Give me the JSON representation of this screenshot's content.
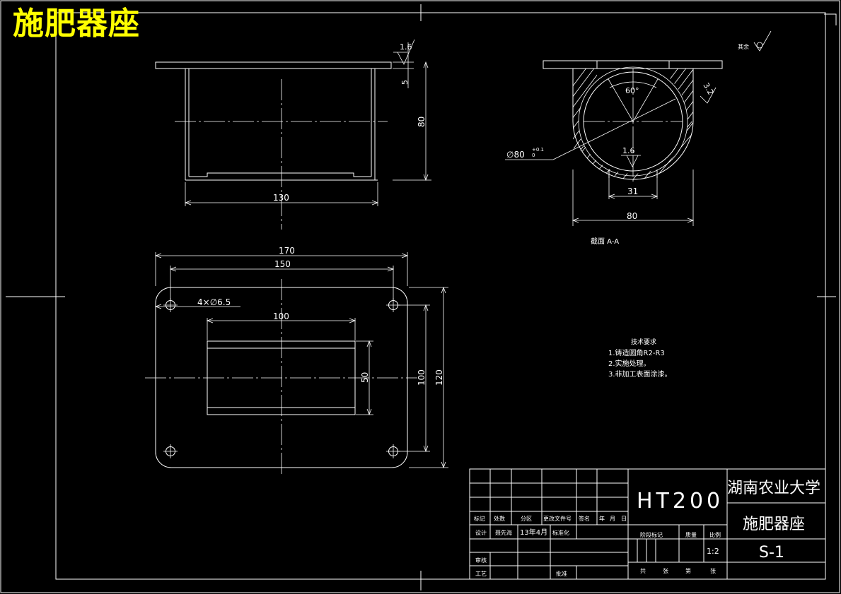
{
  "overlay_title": "施肥器座",
  "surface_note": {
    "label": "其余"
  },
  "front_view": {
    "roughness": "1.6",
    "dim_thickness": "5",
    "dim_height": "80",
    "dim_length": "130"
  },
  "section_view": {
    "angle": "60°",
    "roughness_side": "3.2",
    "bore": "∅80",
    "bore_tol_upper": "+0.1",
    "bore_tol_lower": "0",
    "roughness_bore": "1.6",
    "dim_slot": "31",
    "dim_width": "80",
    "label": "截面  A-A"
  },
  "top_view": {
    "dim_170": "170",
    "dim_150": "150",
    "holes": "4×∅6.5",
    "dim_100_h": "100",
    "dim_50": "50",
    "dim_100_v": "100",
    "dim_120": "120"
  },
  "tech_requirements": {
    "title": "技术要求",
    "items": [
      "1.铸造圆角R2-R3",
      "2.实施处理。",
      "3.非加工表面涂漆。"
    ]
  },
  "title_block": {
    "material": "HT200",
    "school": "湖南农业大学",
    "part_name": "施肥器座",
    "drawing_no": "S-1",
    "h_mark": "标记",
    "h_count": "处数",
    "h_zone": "分区",
    "h_doc": "更改文件号",
    "h_sign": "签名",
    "h_year": "年",
    "h_month": "月",
    "h_day": "日",
    "design_label": "设计",
    "designer": "聂先海",
    "date": "13年4月",
    "standard_label": "标准化",
    "review_label": "审核",
    "process_label": "工艺",
    "approve_label": "批准",
    "stage_label": "阶段标记",
    "weight_label": "质量",
    "scale_label": "比例",
    "scale": "1:2",
    "total_label": "共",
    "sheet_unit": "张",
    "page_label": "第",
    "page_unit": "张"
  }
}
